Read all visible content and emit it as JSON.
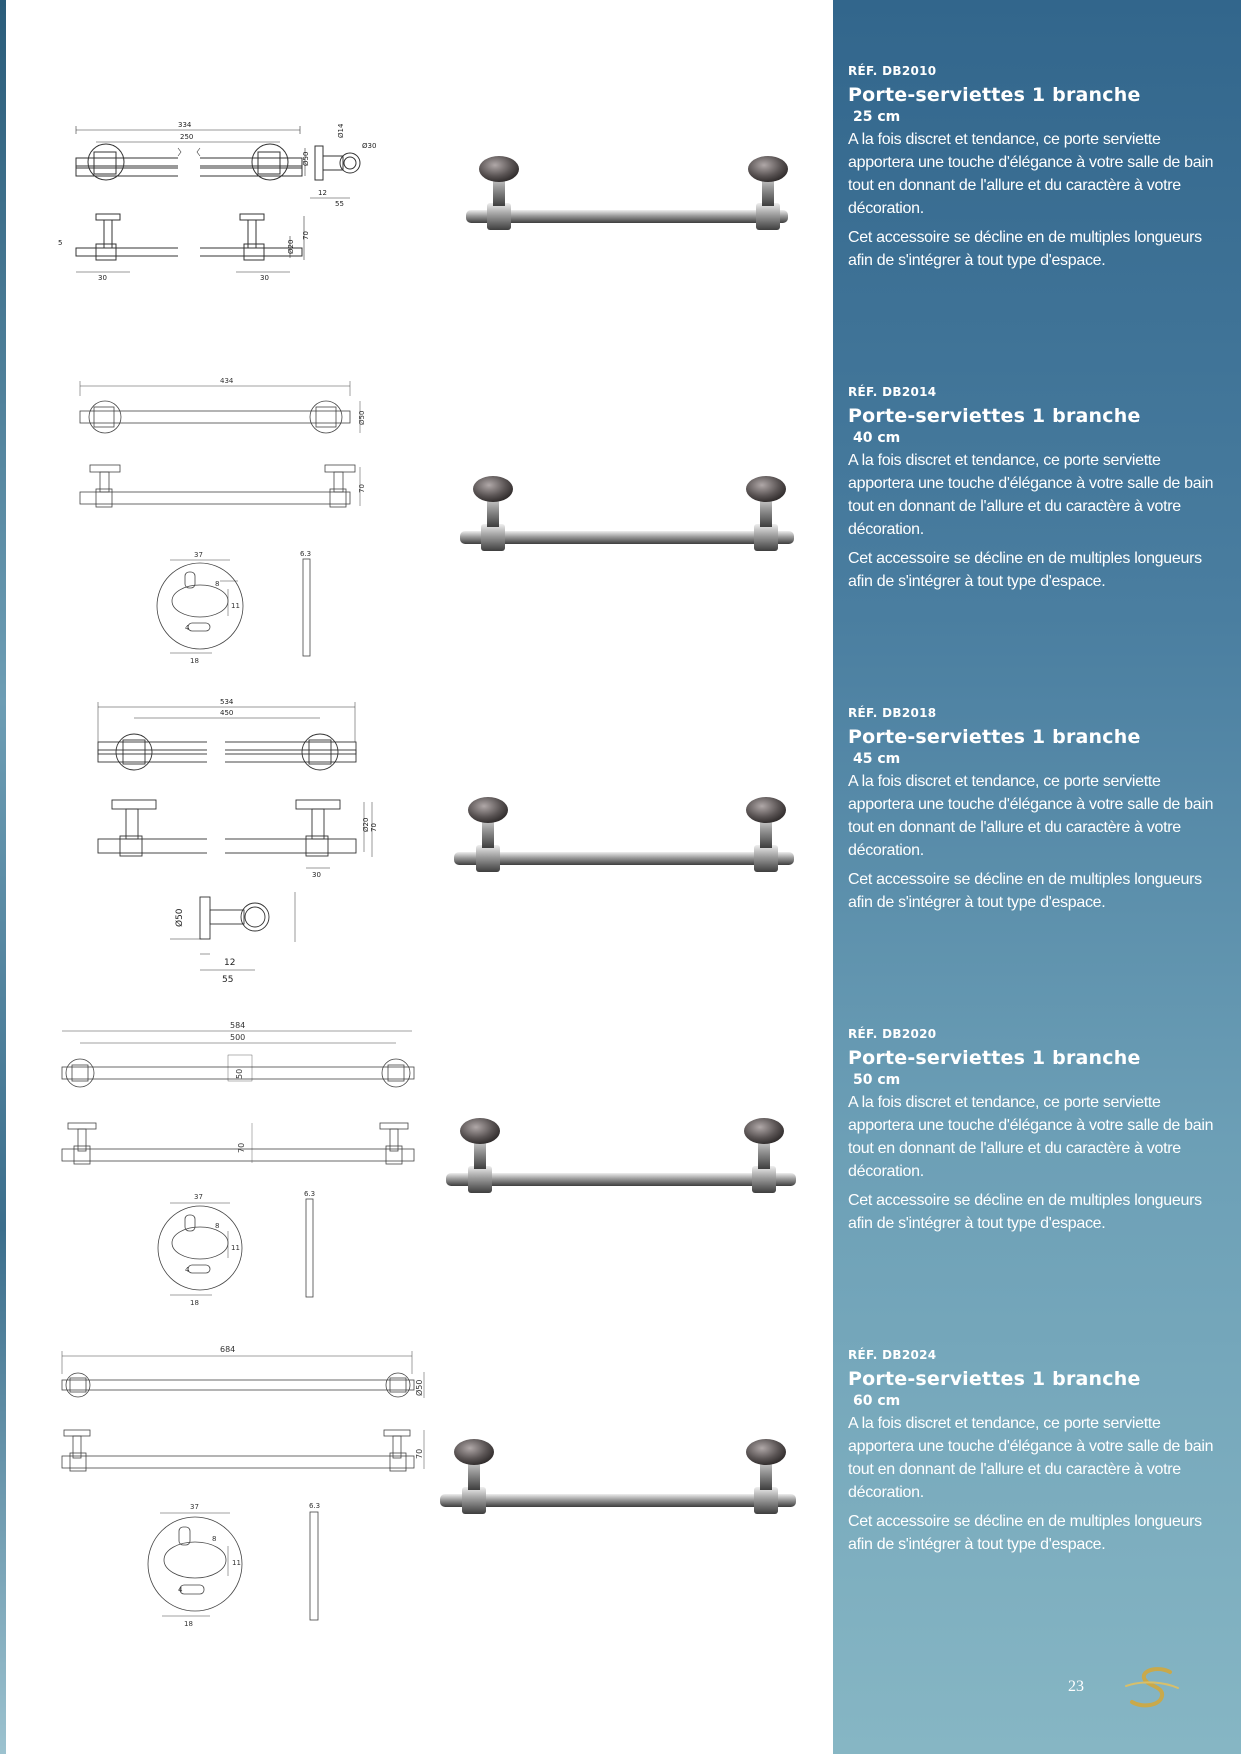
{
  "products": [
    {
      "ref_label": "RÉF.",
      "ref": "DB2010",
      "title": "Porte-serviettes 1 branche",
      "length": "25 cm",
      "desc1": "A la fois discret et tendance, ce porte serviette apportera une touche d'élégance à votre salle de bain tout en donnant de l'allure et du caractère à votre décoration.",
      "desc2": "Cet accessoire se décline en de multiples longueurs afin de s'intégrer à tout type d'espace.",
      "dims": {
        "overall": "334",
        "between": "250",
        "dia": "Ø50",
        "depth": "70",
        "tube": "Ø20",
        "base": "30",
        "post": "12",
        "proj": "55",
        "small": "Ø14",
        "disc": "Ø30",
        "gap": "5"
      }
    },
    {
      "ref_label": "RÉF.",
      "ref": "DB2014",
      "title": "Porte-serviettes 1 branche",
      "length": "40 cm",
      "desc1": "A la fois discret et tendance, ce porte serviette apportera une touche d'élégance à votre salle de bain tout en donnant de l'allure et du caractère à votre décoration.",
      "desc2": "Cet accessoire se décline en de multiples longueurs afin de s'intégrer à tout type d'espace.",
      "dims": {
        "overall": "434",
        "dia": "Ø50",
        "depth": "70",
        "plate": "37",
        "thick": "6.3",
        "d8": "8",
        "d11": "11",
        "d4": "4",
        "d18": "18"
      }
    },
    {
      "ref_label": "RÉF.",
      "ref": "DB2018",
      "title": "Porte-serviettes 1 branche",
      "length": "45 cm",
      "desc1": "A la fois discret et tendance, ce porte serviette apportera une touche d'élégance à votre salle de bain tout en donnant de l'allure et du caractère à votre décoration.",
      "desc2": "Cet accessoire se décline en de multiples longueurs afin de s'intégrer à tout type d'espace.",
      "dims": {
        "overall": "534",
        "between": "450",
        "tube": "Ø20",
        "depth": "70",
        "base": "30",
        "dia": "Ø50",
        "post": "12",
        "proj": "55"
      }
    },
    {
      "ref_label": "RÉF.",
      "ref": "DB2020",
      "title": "Porte-serviettes 1 branche",
      "length": "50 cm",
      "desc1": "A la fois discret et tendance, ce porte serviette apportera une touche d'élégance à votre salle de bain tout en donnant de l'allure et du caractère à votre décoration.",
      "desc2": "Cet accessoire se décline en de multiples longueurs afin de s'intégrer à tout type d'espace.",
      "dims": {
        "overall": "584",
        "between": "500",
        "dia": "50",
        "depth": "70",
        "plate": "37",
        "thick": "6.3",
        "d8": "8",
        "d11": "11",
        "d4": "4",
        "d18": "18"
      }
    },
    {
      "ref_label": "RÉF.",
      "ref": "DB2024",
      "title": "Porte-serviettes 1 branche",
      "length": "60 cm",
      "desc1": "A la fois discret et tendance, ce porte serviette apportera une touche d'élégance à votre salle de bain tout en donnant de l'allure et du caractère à votre décoration.",
      "desc2": "Cet accessoire se décline en de multiples longueurs afin de s'intégrer à tout type d'espace.",
      "dims": {
        "overall": "684",
        "dia": "Ø50",
        "depth": "70",
        "plate": "37",
        "thick": "6.3",
        "d8": "8",
        "d11": "11",
        "d4": "4",
        "d18": "18"
      }
    }
  ],
  "page_number": "23",
  "colors": {
    "panel_top": "#32668c",
    "panel_bottom": "#86b6c4",
    "logo_gold": "#c9a94a"
  }
}
